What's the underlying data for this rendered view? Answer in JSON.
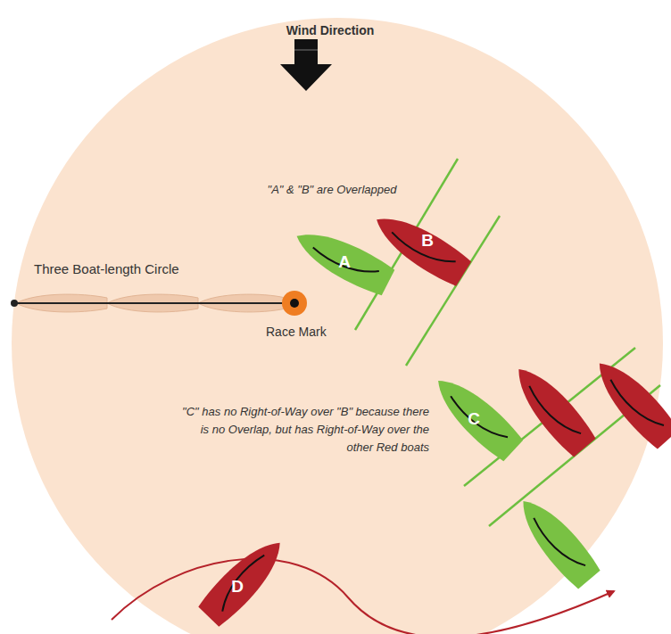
{
  "diagram": {
    "nodes": [
      {
        "text": [
          "A"
        ]
      },
      {
        "text": [
          "B"
        ]
      },
      {
        "text": [
          "C"
        ]
      },
      {
        "text": [
          "D"
        ]
      }
    ],
    "labels": [
      "Wind Direction",
      "\"A\" & \"B\" are Overlapped",
      "Three Boat-length Circle",
      "Race Mark",
      "\"C\" has no Right-of-Way over \"B\" because there is no Overlap, but has Right-of-Way over the other Red boats"
    ]
  }
}
